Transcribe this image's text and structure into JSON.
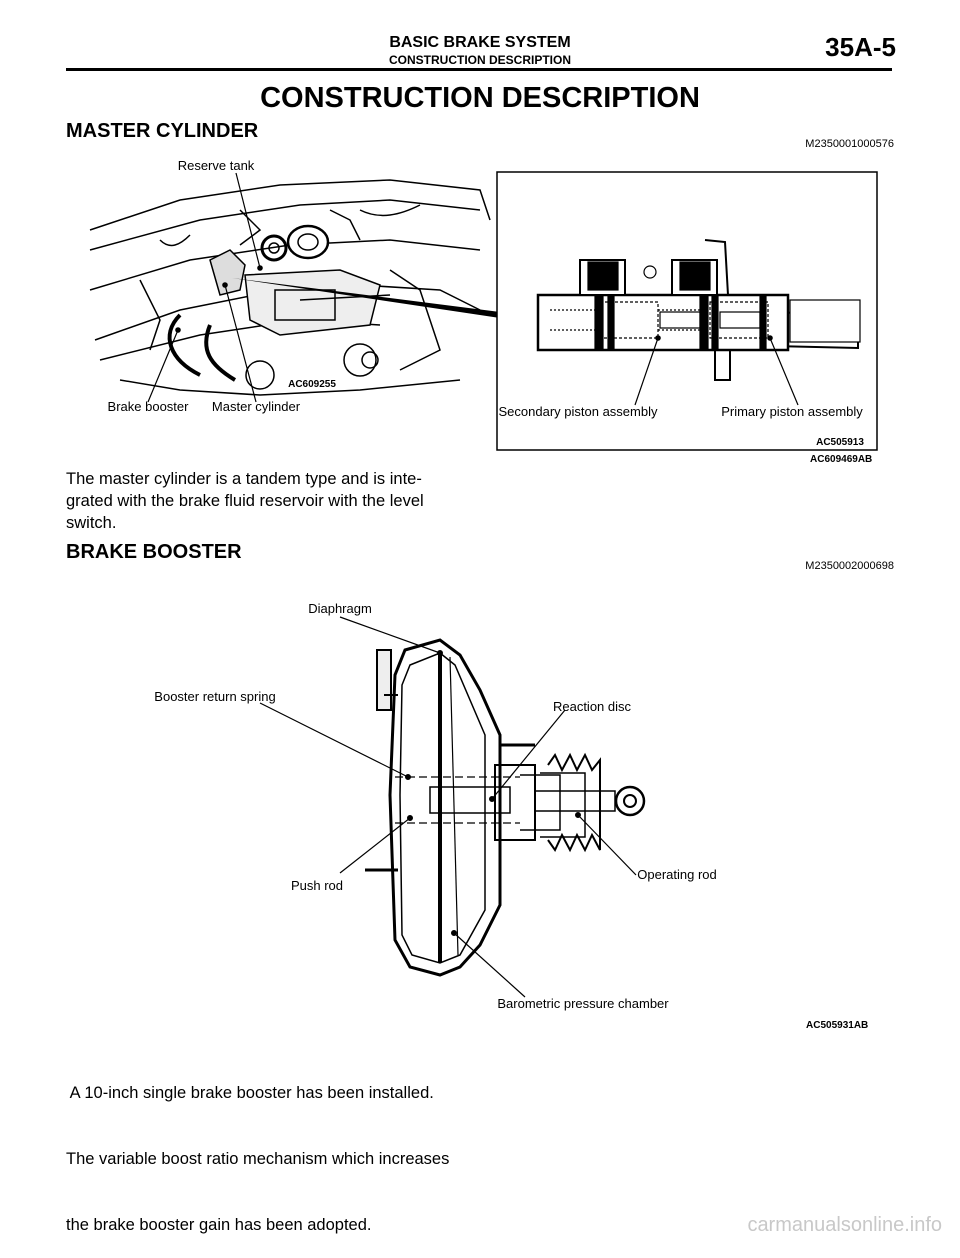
{
  "header": {
    "title": "BASIC BRAKE SYSTEM",
    "subtitle": "CONSTRUCTION DESCRIPTION",
    "page": "35A-5"
  },
  "page_title": "CONSTRUCTION DESCRIPTION",
  "master_cylinder": {
    "heading": "MASTER CYLINDER",
    "code": "M2350001000576",
    "figure": {
      "labels": {
        "reserve_tank": "Reserve tank",
        "brake_booster": "Brake booster",
        "master_cylinder": "Master cylinder",
        "secondary_piston": "Secondary piston assembly",
        "primary_piston": "Primary piston assembly"
      },
      "photo_code": "AC609255",
      "inset_code": "AC505913",
      "figure_code": "AC609469AB"
    },
    "description_lines": [
      "The master cylinder is a tandem type and is inte-",
      "grated with the brake fluid reservoir with the level",
      "switch."
    ]
  },
  "brake_booster": {
    "heading": "BRAKE BOOSTER",
    "code": "M2350002000698",
    "figure": {
      "labels": {
        "diaphragm": "Diaphragm",
        "booster_return_spring": "Booster return spring",
        "reaction_disc": "Reaction disc",
        "push_rod": "Push rod",
        "operating_rod": "Operating rod",
        "barometric_pressure_chamber": "Barometric pressure chamber"
      },
      "figure_code": "AC505931AB"
    },
    "description_lines": [
      " A 10-inch single brake booster has been installed.",
      "The variable boost ratio mechanism which increases",
      "the brake booster gain has been adopted."
    ]
  },
  "watermark": "carmanualsonline.info"
}
